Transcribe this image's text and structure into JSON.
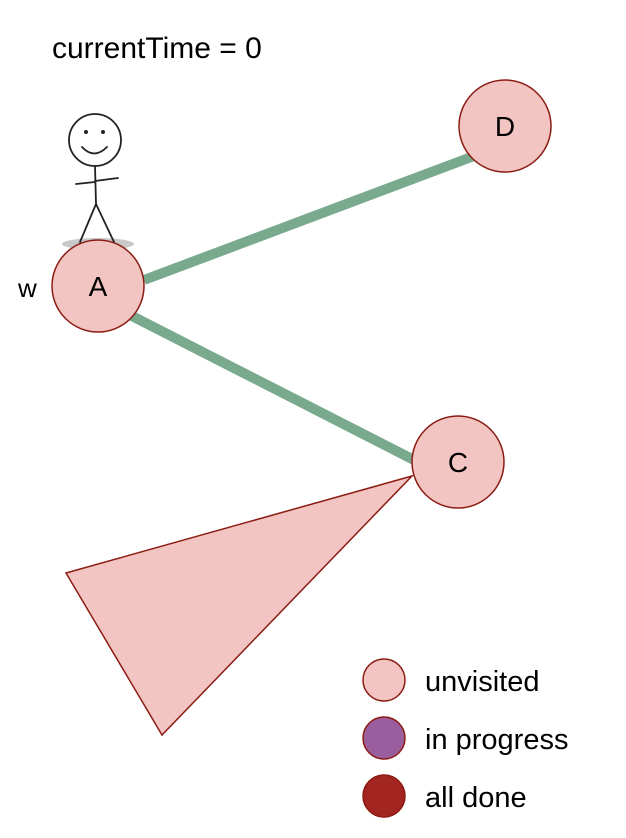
{
  "header": {
    "current_time": "currentTime = 0"
  },
  "graph": {
    "nodes": [
      {
        "id": "A",
        "label": "A",
        "state": "unvisited"
      },
      {
        "id": "D",
        "label": "D",
        "state": "unvisited"
      },
      {
        "id": "C",
        "label": "C",
        "state": "unvisited"
      }
    ],
    "edges": [
      {
        "from": "A",
        "to": "D"
      },
      {
        "from": "A",
        "to": "C"
      }
    ],
    "walker": {
      "at": "A",
      "label": "w"
    },
    "subtree_below": "C"
  },
  "legend": {
    "items": [
      {
        "label": "unvisited",
        "color": "#f2c4c2"
      },
      {
        "label": "in progress",
        "color": "#9a5e9f"
      },
      {
        "label": "all done",
        "color": "#a2261f"
      }
    ]
  },
  "colors": {
    "node_fill": "#f2c4c2",
    "node_stroke": "#8b1c13",
    "edge": "#7aaa8e",
    "triangle_fill": "#f2c4c2",
    "triangle_stroke": "#8b1c13"
  }
}
